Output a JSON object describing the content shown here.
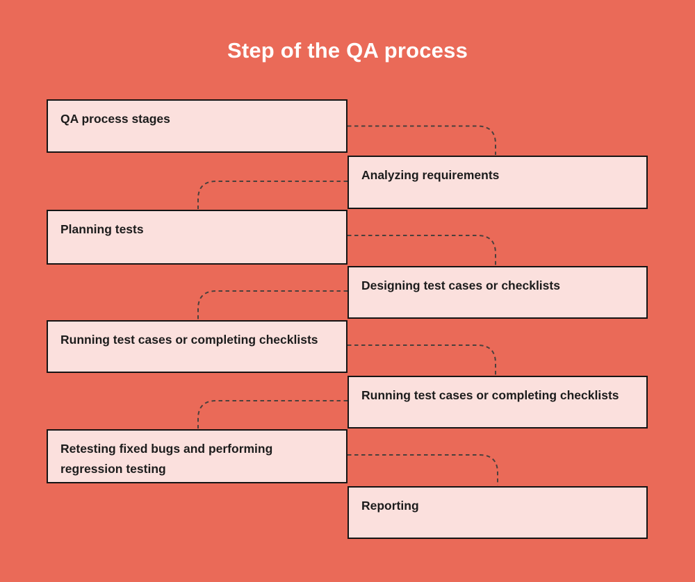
{
  "title": "Step of the QA process",
  "colors": {
    "background": "#EA6A58",
    "box_fill": "#FBE0DD",
    "box_border": "#141414",
    "connector": "#4A403D",
    "text": "#1C1C1C",
    "title_color": "#FFFFFF"
  },
  "boxes": [
    {
      "label": "QA process stages",
      "side": "left"
    },
    {
      "label": "Analyzing requirements",
      "side": "right"
    },
    {
      "label": "Planning tests",
      "side": "left"
    },
    {
      "label": "Designing test cases or checklists",
      "side": "right"
    },
    {
      "label": "Running test cases or completing checklists",
      "side": "left"
    },
    {
      "label": "Running test cases or completing checklists",
      "side": "right"
    },
    {
      "label": "Retesting fixed bugs and performing regression testing",
      "side": "left"
    },
    {
      "label": "Reporting",
      "side": "right"
    }
  ]
}
